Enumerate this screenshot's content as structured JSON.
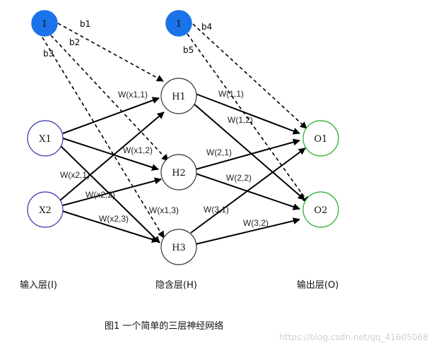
{
  "nodes": {
    "bias1": {
      "label": "1",
      "fill": "#1a73e8",
      "stroke": "#1a73e8"
    },
    "bias2": {
      "label": "1",
      "fill": "#1a73e8",
      "stroke": "#1a73e8"
    },
    "x1": {
      "label": "X1",
      "stroke": "#3333aa"
    },
    "x2": {
      "label": "X2",
      "stroke": "#3333aa"
    },
    "h1": {
      "label": "H1",
      "stroke": "#333333"
    },
    "h2": {
      "label": "H2",
      "stroke": "#333333"
    },
    "h3": {
      "label": "H3",
      "stroke": "#333333"
    },
    "o1": {
      "label": "O1",
      "stroke": "#22aa22"
    },
    "o2": {
      "label": "O2",
      "stroke": "#22aa22"
    }
  },
  "bias_labels": {
    "b1": "b1",
    "b2": "b2",
    "b3": "b3",
    "b4": "b4",
    "b5": "b5"
  },
  "weights": {
    "wx11": "W(x1,1)",
    "wx12": "W(x1,2)",
    "wx13": "W(x1,3)",
    "wx21": "W(x2,1)",
    "wx22": "W(x2,2)",
    "wx23": "W(x2,3)",
    "w11": "W(1,1)",
    "w12": "W(1,2)",
    "w21": "W(2,1)",
    "w22": "W(2,2)",
    "w31": "W(3,1)",
    "w32": "W(3,2)"
  },
  "layers": {
    "input": "输入层(I)",
    "hidden": "隐含层(H)",
    "output": "输出层(O)"
  },
  "caption": "图1 一个简单的三层神经网络",
  "watermark": "https://blog.csdn.net/qq_41605068"
}
